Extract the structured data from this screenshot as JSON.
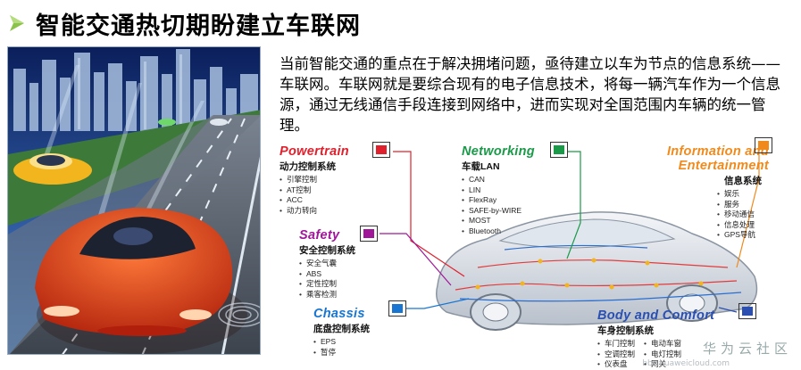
{
  "title": "智能交通热切期盼建立车联网",
  "paragraph": "当前智能交通的重点在于解决拥堵问题，亟待建立以车为节点的信息系统——车联网。车联网就是要综合现有的电子信息技术，将每一辆汽车作为一个信息源，通过无线通信手段连接到网络中，进而实现对全国范围内车辆的统一管理。",
  "groups": {
    "powertrain": {
      "title": "Powertrain",
      "subtitle": "动力控制系统",
      "items": [
        "引擎控制",
        "AT控制",
        "ACC",
        "动力转向"
      ],
      "color": "#e0202c"
    },
    "safety": {
      "title": "Safety",
      "subtitle": "安全控制系统",
      "items": [
        "安全气囊",
        "ABS",
        "定性控制",
        "乘客检测"
      ],
      "color": "#a0179a"
    },
    "chassis": {
      "title": "Chassis",
      "subtitle": "底盘控制系统",
      "items": [
        "EPS",
        "暂停"
      ],
      "color": "#1876d2"
    },
    "networking": {
      "title": "Networking",
      "subtitle": "车载LAN",
      "items": [
        "CAN",
        "LIN",
        "FlexRay",
        "SAFE-by-WIRE",
        "MOST",
        "Bluetooth"
      ],
      "color": "#1a9a48"
    },
    "info": {
      "title_line1": "Information and",
      "title_line2": "Entertainment",
      "subtitle": "信息系统",
      "items": [
        "娱乐",
        "服务",
        "移动通信",
        "信息处理",
        "GPS导航"
      ],
      "color": "#f08a1c"
    },
    "body": {
      "title": "Body and Comfort",
      "subtitle": "车身控制系统",
      "col1": [
        "车门控制",
        "空调控制",
        "仪表盘"
      ],
      "col2": [
        "电动车窗",
        "电灯控制",
        "网关"
      ],
      "color": "#2a4fb0"
    }
  },
  "watermark": {
    "cn": "华为云社区",
    "url": "bbs.huaweicloud.com"
  },
  "colors": {
    "title_arrow": "#8bc34a",
    "sky": "#1f3e86",
    "road": "#5a6470",
    "car_red": "#e8401c",
    "car_yellow": "#f2b51d"
  },
  "icons": [
    "title-arrow-icon",
    "square-marker-icon"
  ]
}
